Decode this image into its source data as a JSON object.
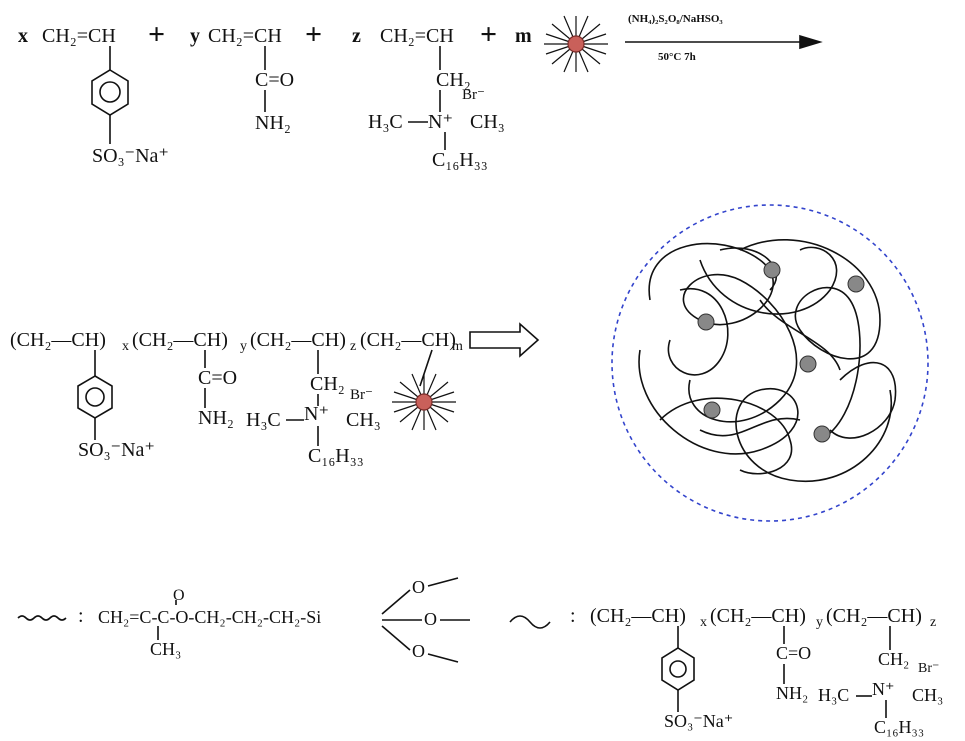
{
  "reaction": {
    "coef_x": "x",
    "coef_y": "y",
    "coef_z": "z",
    "coef_m": "m",
    "plus": "+",
    "vinyl": "CH₂=CH",
    "sulfonate": "SO₃⁻Na⁺",
    "carbonyl": "C=O",
    "amine": "NH₂",
    "methylene": "CH₂",
    "bromide": "Br⁻",
    "n_plus": "N⁺",
    "methyl_left": "H₃C",
    "methyl_right": "CH₃",
    "cetyl": "C₁₆H₃₃",
    "conditions_top": "(NH₄)₂S₂O₈/NaHSO₃",
    "conditions_bottom": "50°C  7h"
  },
  "polymer": {
    "segment_1": "(CH₂—CH)",
    "sub_x": "x",
    "segment_2": "(CH₂—CH)",
    "sub_y": "y",
    "segment_3": "(CH₂—CH)",
    "sub_z": "z",
    "segment_4": "(CH₂—CH)",
    "sub_m": "m",
    "sulfonate": "SO₃⁻Na⁺",
    "carbonyl": "C=O",
    "amine": "NH₂",
    "methylene": "CH₂",
    "bromide": "Br⁻",
    "n_plus": "N⁺",
    "methyl_left": "H₃C",
    "methyl_right": "CH₃",
    "cetyl": "C₁₆H₃₃"
  },
  "legend": {
    "separator": ":",
    "silane_formula": "CH₂=C-C-O-CH₂-CH₂-CH₂-Si",
    "silane_oxygen": "O",
    "silane_methyl": "CH₃",
    "methoxy_o": "O",
    "chain_segment_1": "(CH₂—CH)",
    "chain_sub_x": "x",
    "chain_segment_2": "(CH₂—CH)",
    "chain_sub_y": "y",
    "chain_segment_3": "(CH₂—CH)",
    "chain_sub_z": "z",
    "sulfonate": "SO₃⁻Na⁺",
    "carbonyl": "C=O",
    "amine": "NH₂",
    "methylene": "CH₂",
    "bromide": "Br⁻",
    "n_plus": "N⁺",
    "methyl_left": "H₃C",
    "methyl_right": "CH₃",
    "cetyl": "C₁₆H₃₃"
  },
  "colors": {
    "ink": "#111111",
    "dashed_circle": "#3344cc",
    "nanoparticle": "#c9605a",
    "sphere": "#888888"
  }
}
